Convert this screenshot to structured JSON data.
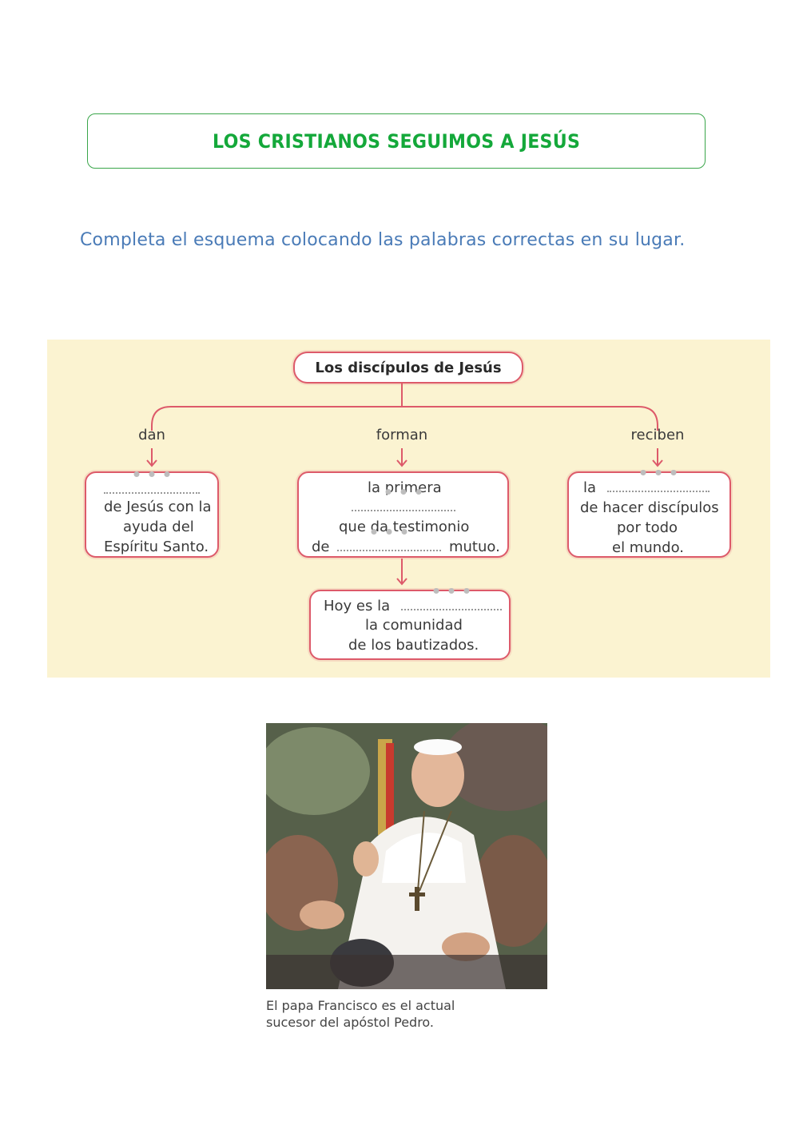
{
  "title": "LOS CRISTIANOS SEGUIMOS A JESÚS",
  "instruction": "Completa el esquema colocando las palabras correctas en su lugar.",
  "scheme": {
    "root": "Los discípulos de Jesús",
    "verbs": {
      "left": "dan",
      "middle": "forman",
      "right": "reciben"
    },
    "left_box": {
      "line1": "de Jesús con la",
      "line2": "ayuda del",
      "line3": "Espíritu Santo."
    },
    "middle_box": {
      "line1": "la primera",
      "line3": "que da testimonio",
      "line4_pre": "de",
      "line4_post": "mutuo."
    },
    "right_box": {
      "line1_pre": "la",
      "line2": "de hacer discípulos",
      "line3": "por todo",
      "line4": "el mundo."
    },
    "bottom_box": {
      "line1_pre": "Hoy es la",
      "line2": "la comunidad",
      "line3": "de los bautizados."
    }
  },
  "photo": {
    "caption_line1": "El papa Francisco es el actual",
    "caption_line2": "sucesor del apóstol Pedro."
  },
  "colors": {
    "title_green": "#14a83a",
    "instruction_blue": "#4a7bb7",
    "scheme_bg": "#fbf3d1",
    "box_border": "#dd5a6a"
  }
}
